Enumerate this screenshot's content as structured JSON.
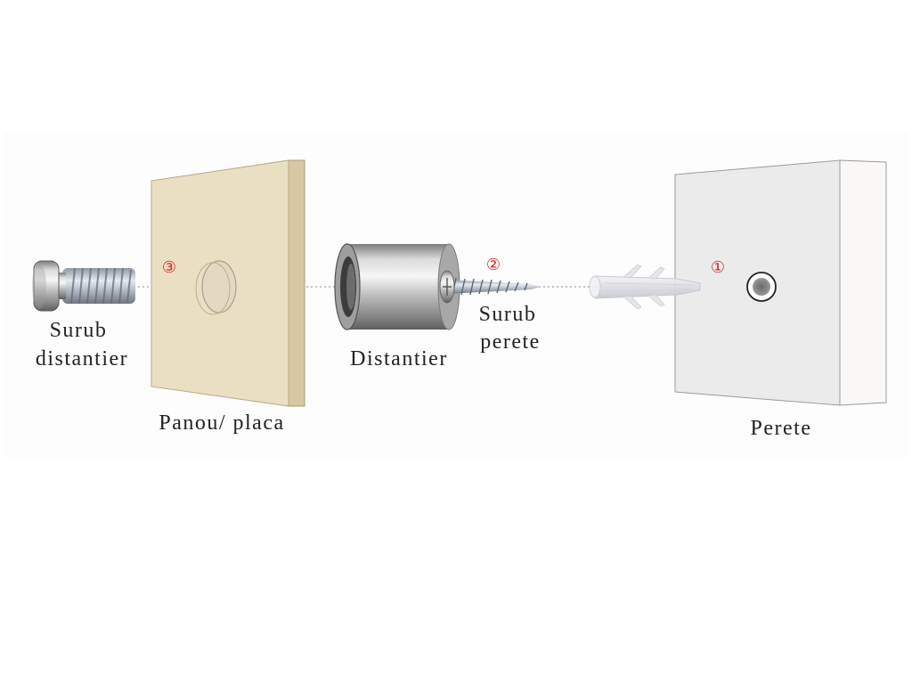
{
  "labels": {
    "screw_spacer_line1": "Surub",
    "screw_spacer_line2": "distantier",
    "panel": "Panou/ placa",
    "spacer": "Distantier",
    "wall_screw_line1": "Surub",
    "wall_screw_line2": "perete",
    "wall": "Perete"
  },
  "steps": {
    "step1": "①",
    "step2": "②",
    "step3": "③"
  },
  "colors": {
    "step_marker": "#e02020",
    "panel": "#ebdfc3",
    "wall": "#ebebeb",
    "guide_line": "#b0b0b0",
    "label_text": "#222222"
  }
}
